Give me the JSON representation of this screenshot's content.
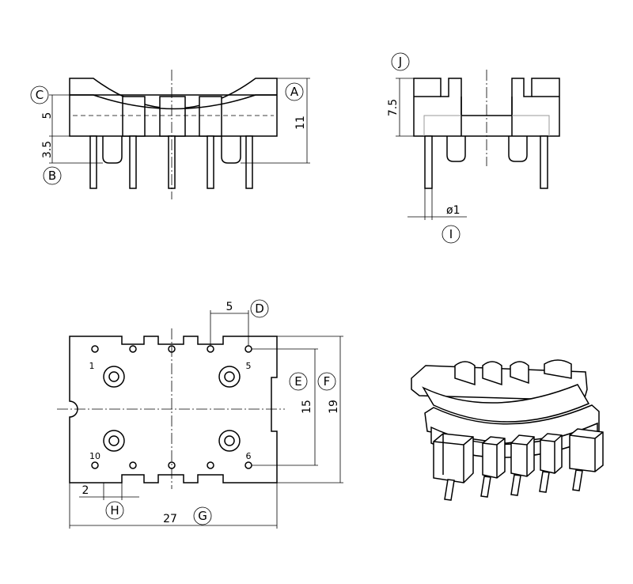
{
  "callouts": {
    "A": "A",
    "B": "B",
    "C": "C",
    "D": "D",
    "E": "E",
    "F": "F",
    "G": "G",
    "H": "H",
    "I": "I",
    "J": "J"
  },
  "dimensions": {
    "height_total": "11",
    "height_top": "5",
    "pin_length": "3.5",
    "side_height": "7.5",
    "pin_diameter": "ø1",
    "pin_pitch": "5",
    "row_spacing": "15",
    "body_width": "19",
    "body_length": "27",
    "slot_width": "2"
  },
  "pin_numbers": {
    "p1": "1",
    "p5": "5",
    "p6": "6",
    "p10": "10"
  }
}
